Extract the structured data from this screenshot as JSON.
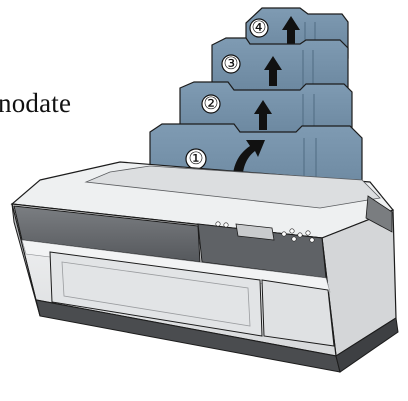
{
  "caption_fragment": "nodate",
  "callouts": [
    {
      "label": "①"
    },
    {
      "label": "②"
    },
    {
      "label": "③"
    },
    {
      "label": "④"
    }
  ],
  "colors": {
    "tray_blue": "#7390a8",
    "tray_blue_dark": "#4f6b82",
    "printer_body": "#e9eaeb",
    "printer_dark": "#6d6f72",
    "printer_darkest": "#3e4043",
    "outline": "#1c1c1c"
  },
  "icons": {
    "arrow": "up-arrow-icon",
    "curved_arrow": "curved-up-arrow-icon"
  }
}
